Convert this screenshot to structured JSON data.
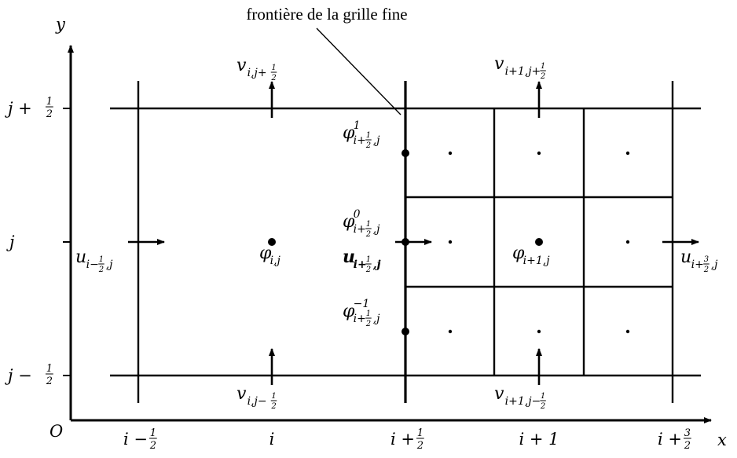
{
  "annotation": {
    "text": "frontière de la grille fine"
  },
  "axes": {
    "x_axis_label": "x",
    "y_axis_label": "y",
    "origin_label": "O",
    "x_ticks": [
      {
        "main": "i − ",
        "frac": [
          "1",
          "2"
        ]
      },
      {
        "main": "i",
        "frac": null
      },
      {
        "main": "i + ",
        "frac": [
          "1",
          "2"
        ]
      },
      {
        "main": "i + 1",
        "frac": null
      },
      {
        "main": "i + ",
        "frac": [
          "3",
          "2"
        ]
      }
    ],
    "y_ticks": [
      {
        "main": "j + ",
        "frac": [
          "1",
          "2"
        ]
      },
      {
        "main": "j",
        "frac": null
      },
      {
        "main": "j − ",
        "frac": [
          "1",
          "2"
        ]
      }
    ]
  },
  "labels": {
    "v_top_left": {
      "base": "v",
      "sub": "i,j+",
      "frac": [
        "1",
        "2"
      ],
      "tail": ""
    },
    "v_top_right": {
      "base": "v",
      "sub": "i+1,j+",
      "frac": [
        "1",
        "2"
      ],
      "tail": ""
    },
    "v_bot_left": {
      "base": "v",
      "sub": "i,j−",
      "frac": [
        "1",
        "2"
      ],
      "tail": ""
    },
    "v_bot_right": {
      "base": "v",
      "sub": "i+1,j−",
      "frac": [
        "1",
        "2"
      ],
      "tail": ""
    },
    "u_left": {
      "base": "u",
      "sub": "i−",
      "frac": [
        "1",
        "2"
      ],
      "tail": ",j"
    },
    "u_mid": {
      "base": "u",
      "sub": "i+",
      "frac": [
        "1",
        "2"
      ],
      "tail": ",j"
    },
    "u_right": {
      "base": "u",
      "sub": "i+",
      "frac": [
        "3",
        "2"
      ],
      "tail": ",j"
    },
    "phi_center_left": {
      "base": "φ",
      "sub": "i,j",
      "sup": ""
    },
    "phi_center_right": {
      "base": "φ",
      "sub": "i+1,j",
      "sup": ""
    },
    "phi_fine_top": {
      "base": "φ",
      "sup": "1",
      "sub": "i+",
      "frac": [
        "1",
        "2"
      ],
      "tail": ",j"
    },
    "phi_fine_mid": {
      "base": "φ",
      "sup": "0",
      "sub": "i+",
      "frac": [
        "1",
        "2"
      ],
      "tail": ",j"
    },
    "phi_fine_bot": {
      "base": "φ",
      "sup": "−1",
      "sub": "i+",
      "frac": [
        "1",
        "2"
      ],
      "tail": ",j"
    }
  }
}
